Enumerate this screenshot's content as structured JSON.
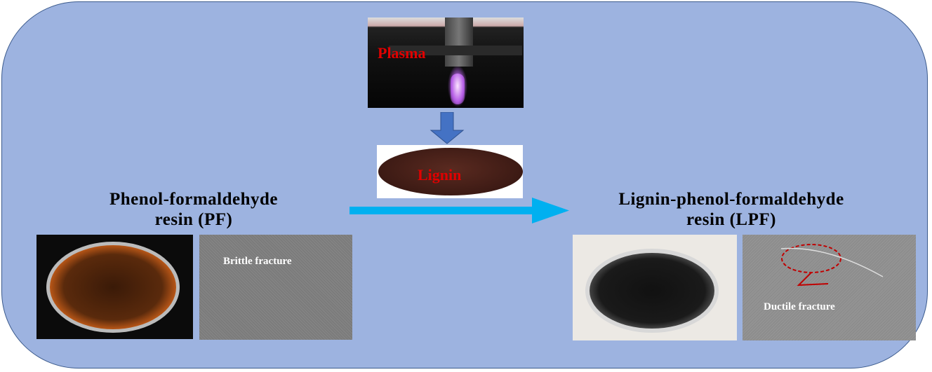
{
  "plasma": {
    "label": "Plasma"
  },
  "lignin": {
    "label": "Lignin"
  },
  "pf": {
    "title_line1": "Phenol-formaldehyde",
    "title_line2": "resin  (PF)",
    "sem_label": "Brittle fracture"
  },
  "lpf": {
    "title_line1": "Lignin-phenol-formaldehyde",
    "title_line2": "resin  (LPF)",
    "sem_label": "Ductile fracture"
  },
  "colors": {
    "background": "#9db3e0",
    "arrow_down": "#4472c4",
    "arrow_main": "#00b0f0",
    "label_red": "#e00000"
  }
}
